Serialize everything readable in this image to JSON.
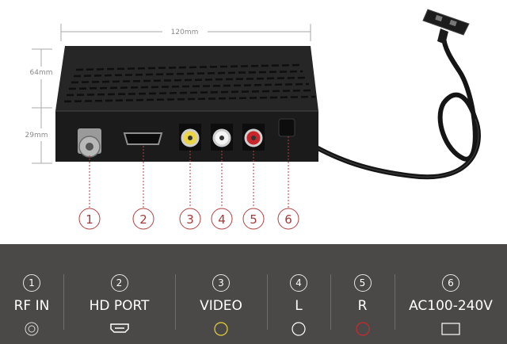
{
  "dimensions": {
    "width_label": "120mm",
    "height_label": "64mm",
    "depth_label": "29mm"
  },
  "callouts": [
    "1",
    "2",
    "3",
    "4",
    "5",
    "6"
  ],
  "ports": [
    {
      "number": "1",
      "label": "RF IN",
      "icon": "rf-connector-icon",
      "color": "#d9d9d9"
    },
    {
      "number": "2",
      "label": "HD PORT",
      "icon": "hdmi-port-icon",
      "color": "#ffffff"
    },
    {
      "number": "3",
      "label": "VIDEO",
      "icon": "video-jack-icon",
      "color": "#e8d23a"
    },
    {
      "number": "4",
      "label": "L",
      "icon": "audio-left-jack-icon",
      "color": "#ffffff"
    },
    {
      "number": "5",
      "label": "R",
      "icon": "audio-right-jack-icon",
      "color": "#d0282b"
    },
    {
      "number": "6",
      "label": "AC100-240V",
      "icon": "power-plug-icon",
      "color": "#ffffff"
    }
  ]
}
